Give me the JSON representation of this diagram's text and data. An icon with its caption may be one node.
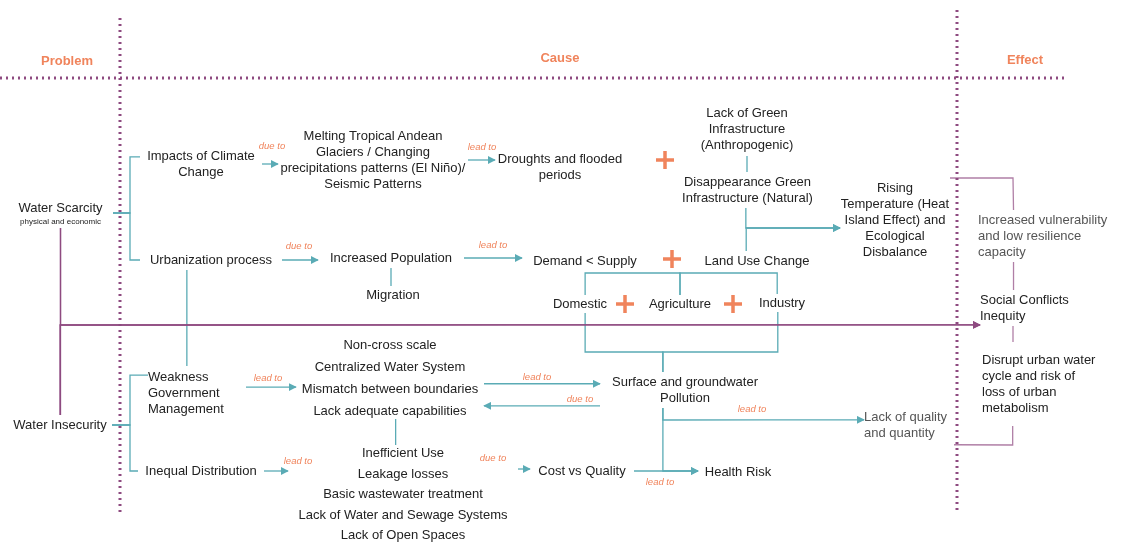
{
  "diagram": {
    "nodes": [
      {
        "text": [
          "Water Scarcity",
          "physical and economic"
        ]
      },
      {
        "text": [
          "Impacts of Climate Change"
        ]
      },
      {
        "text": [
          "Melting Tropical Andean Glaciers / Changing precipitations patterns (El Niño)/ Seismic Patterns"
        ]
      },
      {
        "text": [
          "Droughts and flooded periods"
        ]
      },
      {
        "text": [
          "Lack of Green Infrastructure (Anthropogenic)"
        ]
      },
      {
        "text": [
          "Disappearance Green Infrastructure (Natural)"
        ]
      },
      {
        "text": [
          "Rising Temperature (Heat Island Effect) and Ecological Disbalance"
        ]
      },
      {
        "text": [
          "Increased vulnerability and low resilience capacity"
        ]
      },
      {
        "text": [
          "Urbanization process"
        ]
      },
      {
        "text": [
          "Increased Population"
        ]
      },
      {
        "text": [
          "Migration"
        ]
      },
      {
        "text": [
          "Demand < Supply"
        ]
      },
      {
        "text": [
          "Land Use Change"
        ]
      },
      {
        "text": [
          "Domestic"
        ]
      },
      {
        "text": [
          "Agriculture"
        ]
      },
      {
        "text": [
          "Industry"
        ]
      },
      {
        "text": [
          "Social Conflicts Inequity"
        ]
      },
      {
        "text": [
          "Weakness Government Management"
        ]
      },
      {
        "text": [
          "Non-cross scale",
          "Centralized Water System",
          "Mismatch between boundaries",
          "Lack adequate capabilities"
        ]
      },
      {
        "text": [
          "Surface and groundwater Pollution"
        ]
      },
      {
        "text": [
          "Disrupt urban water cycle and risk of loss of urban metabolism"
        ]
      },
      {
        "text": [
          "Water Insecurity"
        ]
      },
      {
        "text": [
          "Lack of quality and quantity"
        ]
      },
      {
        "text": [
          "Inequal Distribution"
        ]
      },
      {
        "text": [
          "Inefficient Use",
          "Leakage losses",
          "Basic wastewater treatment",
          "Lack of Water and Sewage Systems",
          "Lack of Open Spaces"
        ]
      },
      {
        "text": [
          "Cost vs Quality"
        ]
      },
      {
        "text": [
          "Health Risk"
        ]
      }
    ],
    "edges": [
      {
        "from": 0,
        "to": 1,
        "arrow": "none"
      },
      {
        "from": 0,
        "to": 8,
        "arrow": "none"
      },
      {
        "from": 1,
        "to": 2,
        "arrow": "to",
        "label": "due to"
      },
      {
        "from": 2,
        "to": 3,
        "arrow": "to",
        "label": "lead to"
      },
      {
        "from": 4,
        "to": 5,
        "arrow": "none"
      },
      {
        "from": 5,
        "to": 6,
        "arrow": "to"
      },
      {
        "from": 12,
        "to": 6,
        "arrow": "to"
      },
      {
        "from": 8,
        "to": 9,
        "arrow": "to",
        "label": "due to"
      },
      {
        "from": 9,
        "to": 11,
        "arrow": "to",
        "label": "lead to"
      },
      {
        "from": 9,
        "to": 10,
        "arrow": "none"
      },
      {
        "from": 8,
        "to": 17,
        "arrow": "none"
      },
      {
        "from": 13,
        "to": 19,
        "arrow": "none"
      },
      {
        "from": 15,
        "to": 19,
        "arrow": "none"
      },
      {
        "from": 0,
        "to": 21,
        "arrow": "none",
        "color": "#8e4a80"
      },
      {
        "from": 0,
        "to": 16,
        "arrow": "to",
        "color": "#8e4a80"
      },
      {
        "from": 21,
        "to": 16,
        "arrow": "to",
        "color": "#8e4a80"
      },
      {
        "from": 21,
        "to": 17,
        "arrow": "none"
      },
      {
        "from": 21,
        "to": 23,
        "arrow": "none"
      },
      {
        "from": 17,
        "to": 18,
        "arrow": "to",
        "label": "lead to"
      },
      {
        "from": 18,
        "to": 19,
        "arrow": "to",
        "label": "lead to"
      },
      {
        "from": 19,
        "to": 18,
        "arrow": "to",
        "label": "due to"
      },
      {
        "from": 18,
        "to": 24,
        "arrow": "none"
      },
      {
        "from": 23,
        "to": 24,
        "arrow": "to",
        "label": "lead to"
      },
      {
        "from": 24,
        "to": 25,
        "arrow": "to",
        "label": "due to"
      },
      {
        "from": 25,
        "to": 26,
        "arrow": "to",
        "label": "lead to"
      },
      {
        "from": 19,
        "to": 22,
        "arrow": "to",
        "label": "lead to"
      },
      {
        "from": 19,
        "to": 26,
        "arrow": "to"
      },
      {
        "from": 6,
        "to": 7,
        "arrow": "none",
        "color": "#b07fa6"
      },
      {
        "from": 7,
        "to": 16,
        "arrow": "none",
        "color": "#b07fa6"
      },
      {
        "from": 16,
        "to": 20,
        "arrow": "none",
        "color": "#b07fa6"
      },
      {
        "from": 20,
        "to": 22,
        "arrow": "none",
        "color": "#b07fa6"
      },
      {
        "from": 13,
        "to": 14,
        "arrow": "none"
      },
      {
        "from": 14,
        "to": 15,
        "arrow": "none"
      }
    ],
    "labels": [
      "Problem",
      "Cause",
      "Effect"
    ]
  }
}
